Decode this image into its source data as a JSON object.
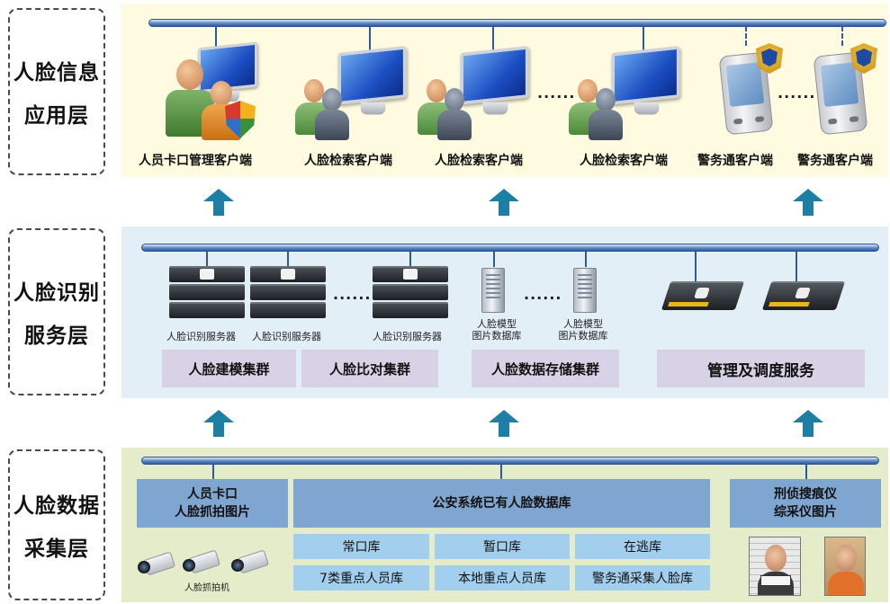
{
  "layers": {
    "top_label": [
      "人脸信息",
      "应用层"
    ],
    "mid_label": [
      "人脸识别",
      "服务层"
    ],
    "bot_label": [
      "人脸数据",
      "采集层"
    ]
  },
  "top": {
    "clients": [
      "人员卡口管理客户端",
      "人脸检索客户端",
      "人脸检索客户端",
      "人脸检索客户端",
      "警务通客户端",
      "警务通客户端"
    ],
    "ellipsis": "......"
  },
  "mid": {
    "server_labels": [
      "人脸识别服务器",
      "人脸识别服务器",
      "人脸识别服务器"
    ],
    "storage_labels": [
      "人脸模型\n图片数据库",
      "人脸模型\n图片数据库"
    ],
    "ellipsis": "......",
    "clusters": [
      "人脸建模集群",
      "人脸比对集群",
      "人脸数据存储集群",
      "管理及调度服务"
    ]
  },
  "bottom": {
    "left_head": "人员卡口\n人脸抓拍图片",
    "center_head": "公安系统已有人脸数据库",
    "right_head": "刑侦搜痕仪\n综采仪图片",
    "db_cells": [
      "常口库",
      "暂口库",
      "在逃库",
      "7类重点人员库",
      "本地重点人员库",
      "警务通采集人脸库"
    ],
    "camera_label": "人脸抓拍机"
  },
  "colors": {
    "top_band": "#fffbe0",
    "mid_band": "#e3eff7",
    "bot_band": "#e4ecca",
    "arrow": "#1d7fa3",
    "cluster_box": "#d7d2e5",
    "source_header": "#7fa6d0",
    "db_cell": "#a3cfee"
  },
  "icons": [
    "monitor-icon",
    "user-icon",
    "shield-icon",
    "pda-icon",
    "police-badge-icon",
    "server-icon",
    "tower-server-icon",
    "appliance-icon",
    "camera-icon",
    "mugshot-icon"
  ]
}
